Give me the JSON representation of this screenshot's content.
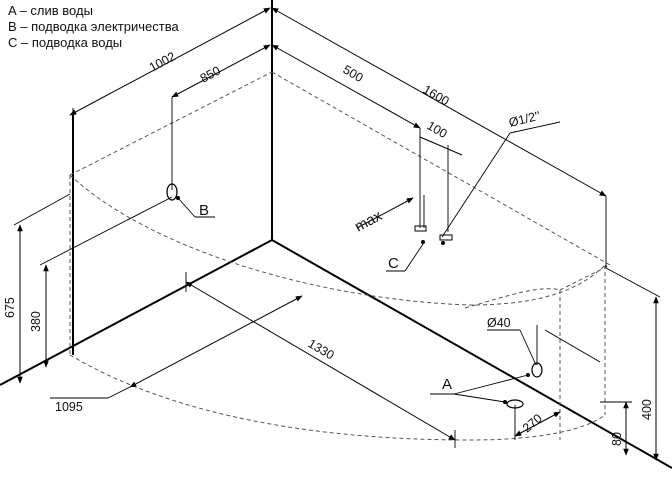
{
  "legend": {
    "a": "A – слив воды",
    "b": "B – подводка электричества",
    "c": "C – подводка воды"
  },
  "dimensions": {
    "d1002": "1002",
    "d850": "850",
    "d500": "500",
    "d1600": "1600",
    "d100": "100",
    "d_half_inch": "Ø1/2''",
    "d_max": "max",
    "d675": "675",
    "d380": "380",
    "d1330": "1330",
    "d1095": "1095",
    "d40": "Ø40",
    "d270": "270",
    "d80": "80",
    "d400": "400"
  },
  "callouts": {
    "a": "A",
    "b": "B",
    "c": "C"
  }
}
